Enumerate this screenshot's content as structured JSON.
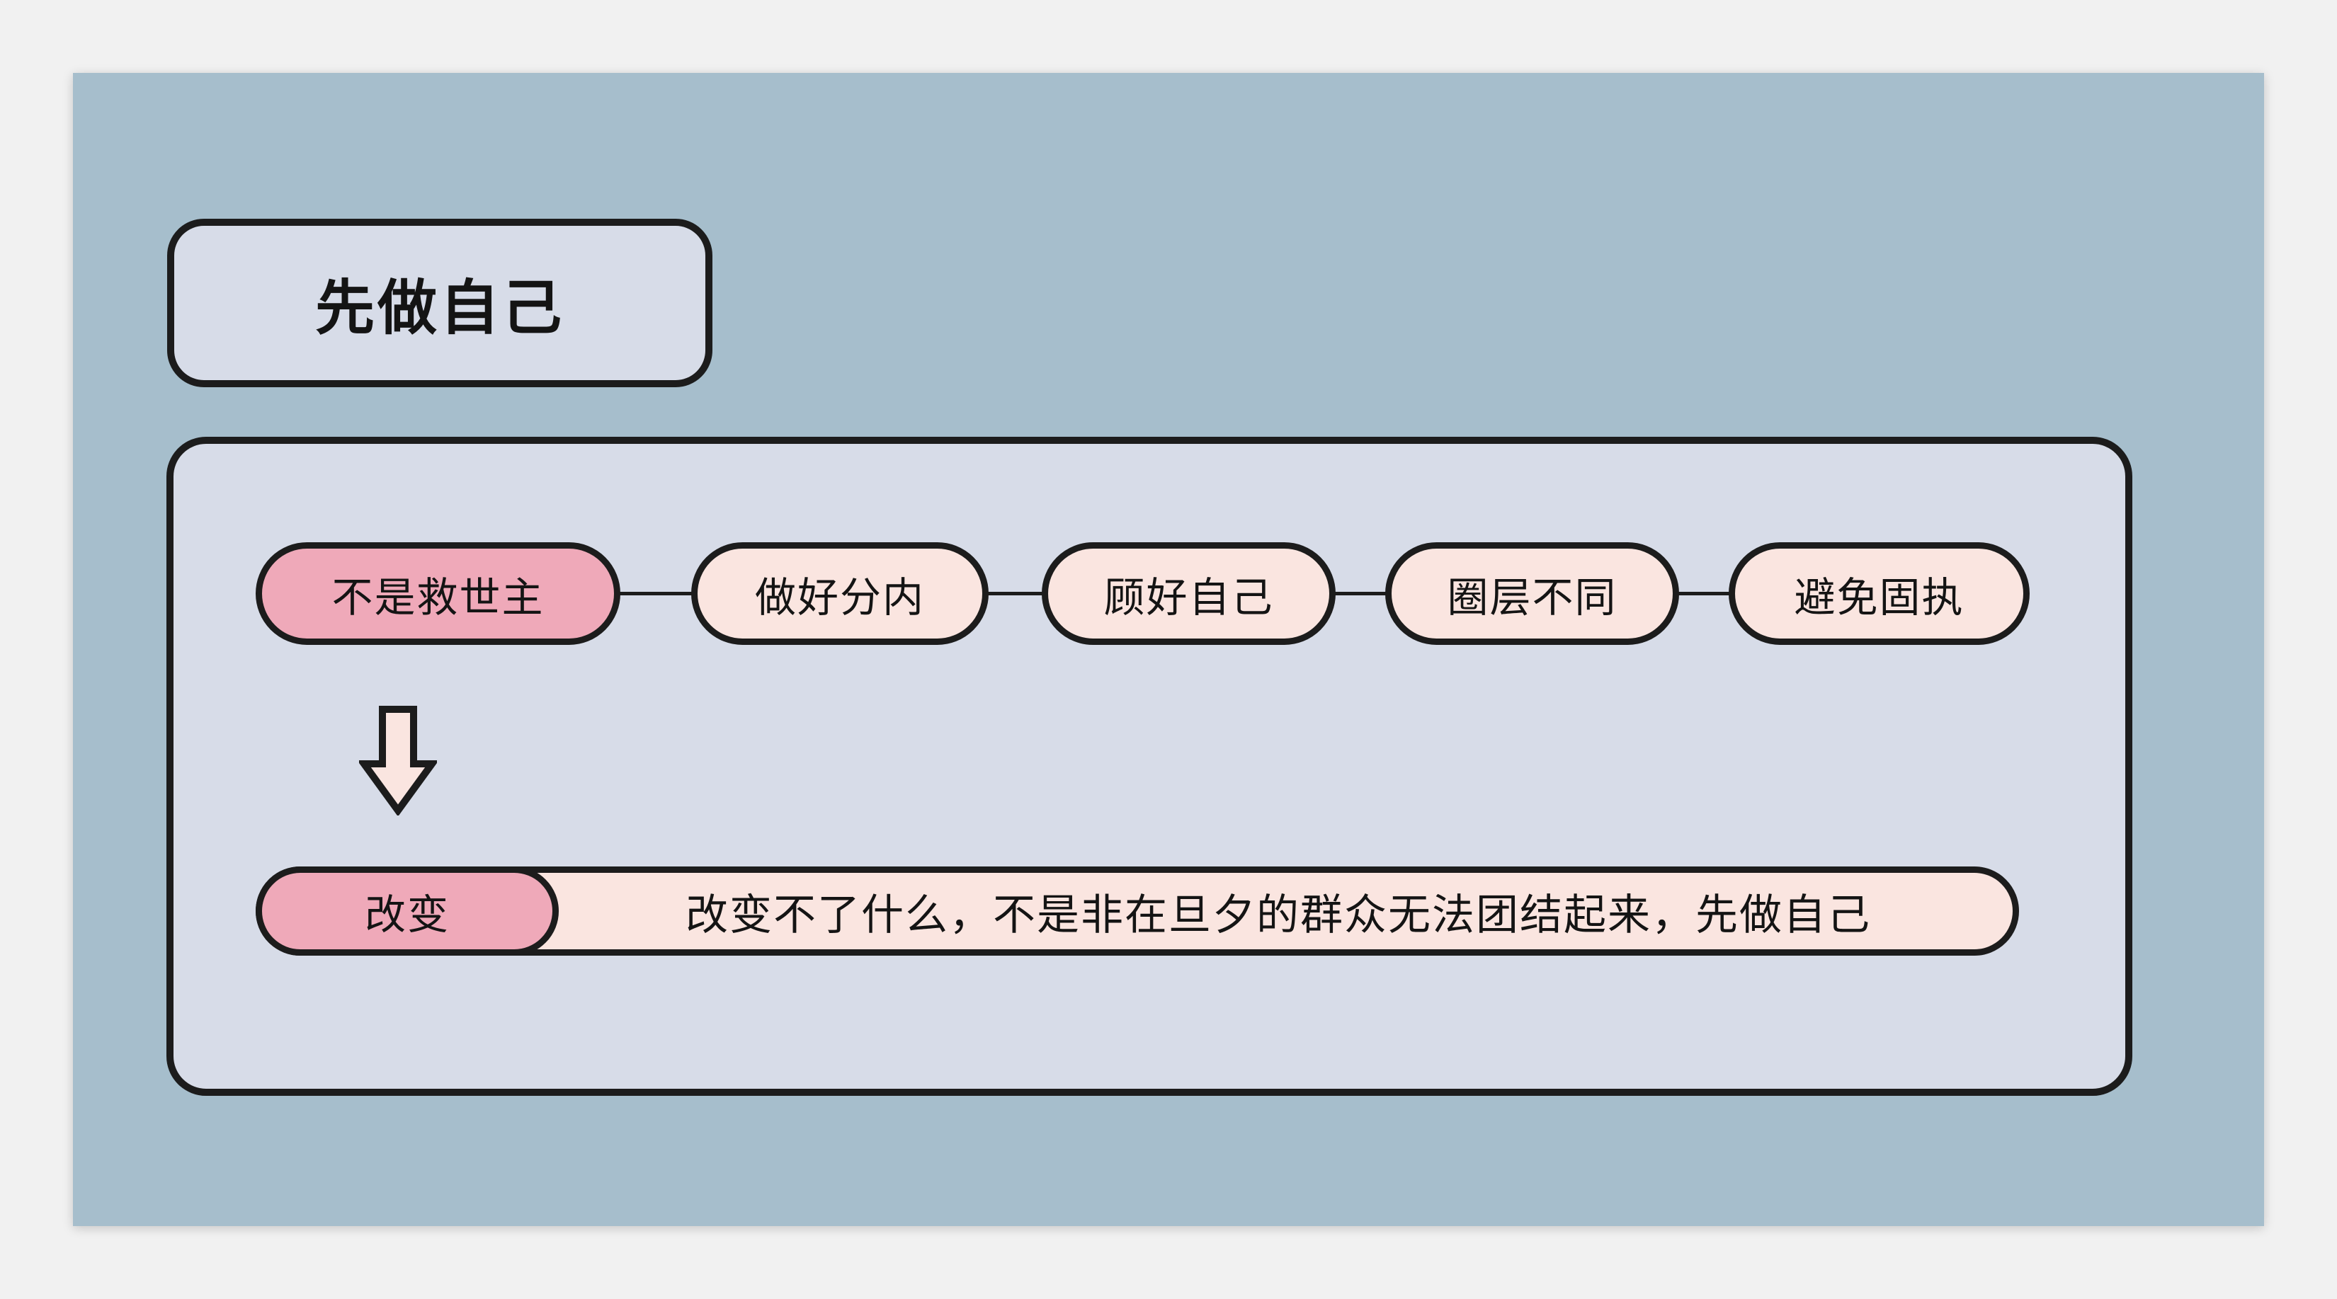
{
  "colors": {
    "canvas-bg": "#f1f1f1",
    "slide-bg": "#a6becc",
    "panel-bg": "#d7dce8",
    "node-pink": "#efa9b9",
    "node-light": "#fae5e0",
    "stroke": "#1c1c1c",
    "text": "#141414"
  },
  "title": {
    "label": "先做自己"
  },
  "flow": {
    "nodes": [
      {
        "label": "不是救世主"
      },
      {
        "label": "做好分内"
      },
      {
        "label": "顾好自己"
      },
      {
        "label": "圈层不同"
      },
      {
        "label": "避免固执"
      }
    ],
    "detail": {
      "tag": "改变",
      "note": "改变不了什么，不是非在旦夕的群众无法团结起来，先做自己"
    }
  }
}
